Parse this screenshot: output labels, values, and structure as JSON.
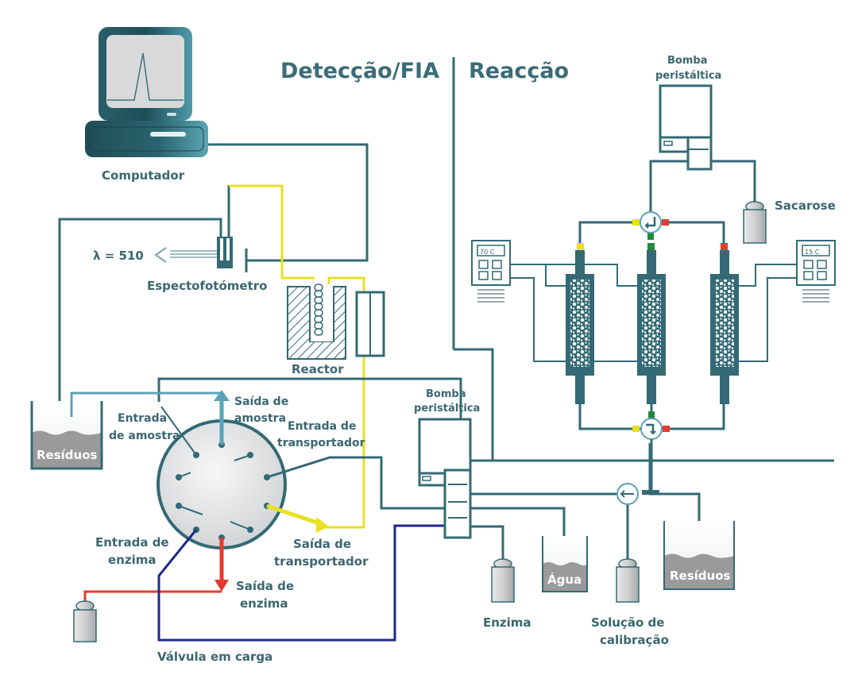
{
  "title": {
    "detection": "Detecção/FIA",
    "reaction": "Reacção"
  },
  "colors": {
    "tube": "#336a75",
    "carrier_line": "#e8e020",
    "enzyme_out_line": "#e53a2f",
    "loading_line": "#1d2a8a",
    "sample_out_line": "#5aa2b8",
    "liquid": "#9a9a9a"
  },
  "components": {
    "computer": "Computador",
    "spectrophotometer": "Espectofotómetro",
    "wavelength": "λ = 510",
    "reactor": "Reactor",
    "waste_left": "Resíduos",
    "pump_left": {
      "line1": "Bomba",
      "line2": "peristáltica"
    },
    "pump_top": {
      "line1": "Bomba",
      "line2": "peristáltica"
    },
    "sucrose": "Sacarose",
    "thermostat_left": "70 C",
    "thermostat_right": "15 C",
    "enzyme": "Enzima",
    "water": "Água",
    "calibration": {
      "line1": "Solução de",
      "line2": "calibração"
    },
    "waste_right": "Resíduos"
  },
  "valve": {
    "sample_in": {
      "line1": "Entrada",
      "line2": "de amostra"
    },
    "sample_out": {
      "line1": "Saída de",
      "line2": "amostra"
    },
    "carrier_in": {
      "line1": "Entrada de",
      "line2": "transportador"
    },
    "carrier_out": {
      "line1": "Saída de",
      "line2": "transportador"
    },
    "enzyme_in": {
      "line1": "Entrada de",
      "line2": "enzima"
    },
    "enzyme_out": {
      "line1": "Saída de",
      "line2": "enzima"
    },
    "state": "Válvula em carga"
  }
}
